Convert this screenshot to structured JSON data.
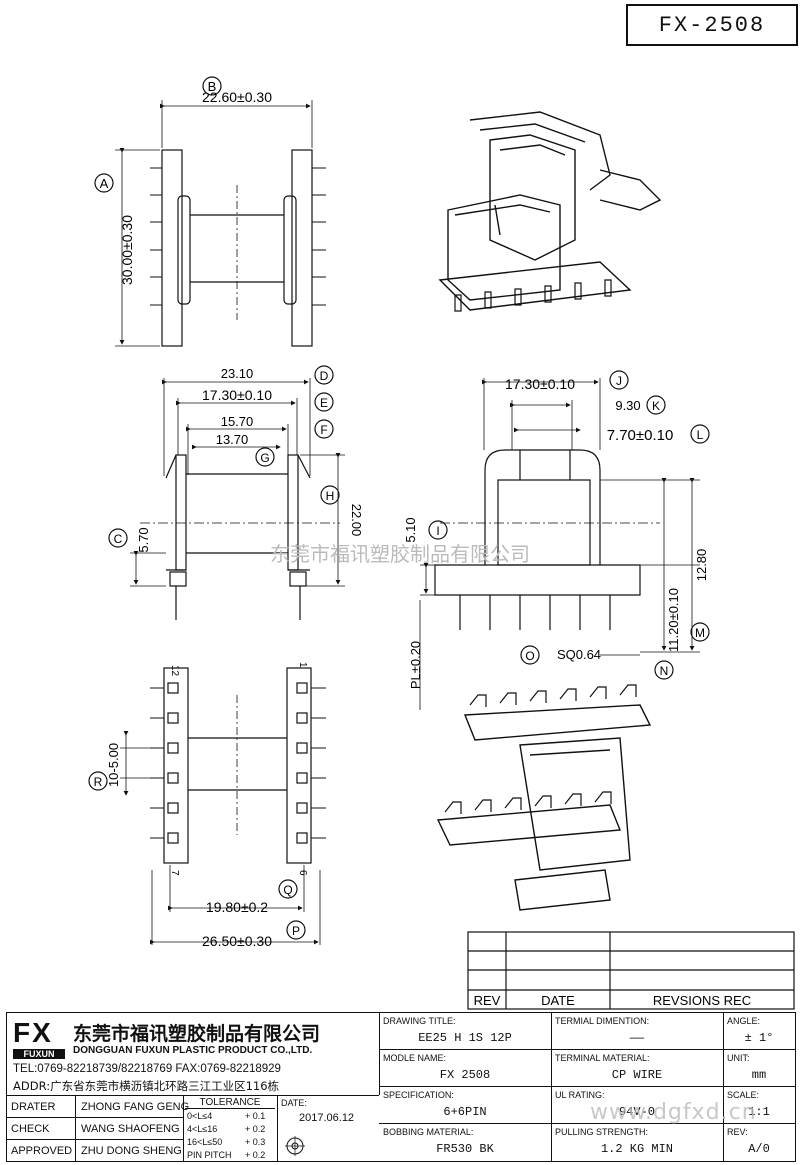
{
  "model": "FX-2508",
  "watermark": {
    "center_text": "东莞市福讯塑胶制品有限公司",
    "url": "www.dgfxd.cn"
  },
  "views": {
    "top": {
      "dim_b": "22.60±0.30",
      "dim_a": "30.00±0.30",
      "marker_a": "A",
      "marker_b": "B"
    },
    "front": {
      "dims": [
        "23.10",
        "17.30±0.10",
        "15.70",
        "13.70",
        "22.00",
        "5.70"
      ],
      "markers": [
        "D",
        "E",
        "F",
        "G",
        "H",
        "C"
      ]
    },
    "side": {
      "dims": [
        "17.30±0.10",
        "9.30",
        "7.70±0.10",
        "5.10",
        "11.20±0.10",
        "12.80",
        "PL±0.20",
        "SQ0.64"
      ],
      "markers": [
        "J",
        "K",
        "L",
        "I",
        "M",
        "N",
        "O"
      ]
    },
    "bottom": {
      "dims": [
        "10-5.00",
        "19.80±0.2",
        "26.50±0.30"
      ],
      "markers": [
        "R",
        "Q",
        "P"
      ],
      "pin_labels": [
        "12",
        "1",
        "7",
        "6"
      ]
    }
  },
  "revision_table": {
    "headers": [
      "REV",
      "DATE",
      "REVSIONS REC"
    ]
  },
  "company": {
    "logo": "FX",
    "logo_sub": "FUXUN",
    "name_cn": "东莞市福讯塑胶制品有限公司",
    "name_en": "DONGGUAN FUXUN PLASTIC PRODUCT CO.,LTD.",
    "tel": "TEL:0769-82218739/82218769 FAX:0769-82218929",
    "addr": "ADDR:广东省东莞市横沥镇北环路三江工业区116栋"
  },
  "title_block": {
    "drawing_title_label": "DRAWING TITLE:",
    "drawing_title": "EE25 H 1S 12P",
    "terminal_dimention_label": "TERMIAL DIMENTION:",
    "terminal_dimention": "——",
    "angle_label": "ANGLE:",
    "angle": "± 1°",
    "model_name_label": "MODLE NAME:",
    "model_name": "FX 2508",
    "terminal_material_label": "TERMINAL MATERIAL:",
    "terminal_material": "CP WIRE",
    "unit_label": "UNIT:",
    "unit": "mm",
    "spec_label": "SPECIFICATION:",
    "spec": "6+6PIN",
    "ul_label": "UL RATING:",
    "ul": "94V-0",
    "scale_label": "SCALE:",
    "scale": "1:1",
    "bobbin_material_label": "BOBBING MATERIAL:",
    "bobbin_material": "FR530 BK",
    "pulling_label": "PULLING STRENGTH:",
    "pulling": "1.2 KG MIN",
    "rev_label": "REV:",
    "rev": "A/0",
    "date_label": "DATE:",
    "date": "2017.06.12"
  },
  "approvals": [
    {
      "role": "DRATER",
      "name": "ZHONG FANG GENG"
    },
    {
      "role": "CHECK",
      "name": "WANG SHAOFENG"
    },
    {
      "role": "APPROVED",
      "name": "ZHU DONG SHENG"
    }
  ],
  "tolerance": {
    "header": "TOLERANCE",
    "rows": [
      {
        "range": "0<L≤4",
        "tol": "+ 0.1"
      },
      {
        "range": "4<L≤16",
        "tol": "+ 0.2"
      },
      {
        "range": "16<L≤50",
        "tol": "+ 0.3"
      },
      {
        "range": "PIN PITCH",
        "tol": "+ 0.2"
      }
    ]
  }
}
